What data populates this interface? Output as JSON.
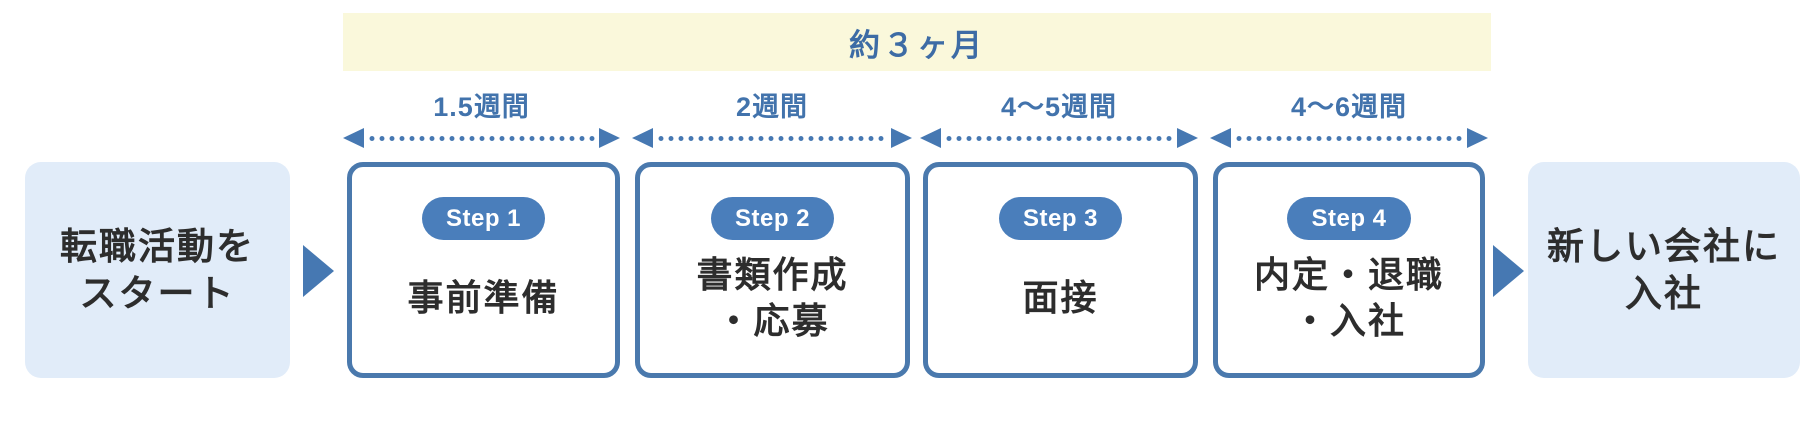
{
  "colors": {
    "accent_blue": "#4678B2",
    "badge_blue": "#4A7EBB",
    "box_border_blue": "#4A79AD",
    "banner_bg": "#FAF8DB",
    "banner_text_blue": "#3D6CA5",
    "duration_text_blue": "#4273AC",
    "endpoint_box_bg": "#E1ECF9",
    "dark_text": "#2D2D2D"
  },
  "banner": {
    "label": "約３ヶ月"
  },
  "durations": [
    {
      "label": "1.5週間"
    },
    {
      "label": "2週間"
    },
    {
      "label": "4～5週間"
    },
    {
      "label": "4～6週間"
    }
  ],
  "start_box": {
    "line1": "転職活動を",
    "line2": "スタート"
  },
  "steps": [
    {
      "badge": "Step 1",
      "line1": "事前準備",
      "line2": ""
    },
    {
      "badge": "Step 2",
      "line1": "書類作成",
      "line2": "・応募"
    },
    {
      "badge": "Step 3",
      "line1": "面接",
      "line2": ""
    },
    {
      "badge": "Step 4",
      "line1": "内定・退職",
      "line2": "・入社"
    }
  ],
  "end_box": {
    "line1": "新しい会社に",
    "line2": "入社"
  }
}
